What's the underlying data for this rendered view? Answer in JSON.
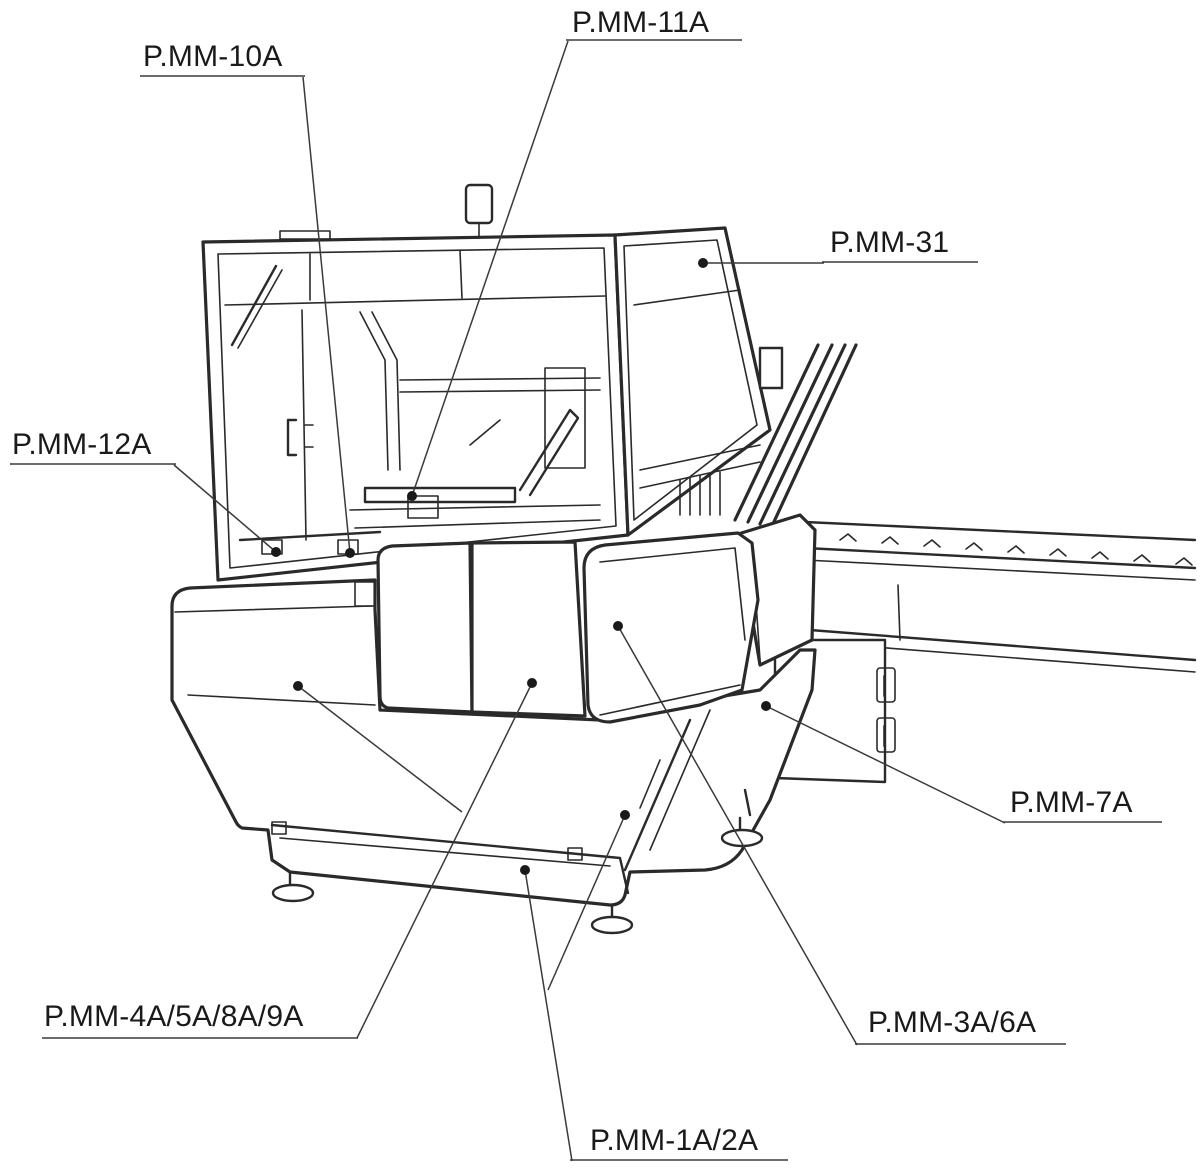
{
  "callouts": {
    "p_mm_11a": "P.MM-11A",
    "p_mm_10a": "P.MM-10A",
    "p_mm_31": "P.MM-31",
    "p_mm_12a": "P.MM-12A",
    "p_mm_7a": "P.MM-7A",
    "p_mm_4a_5a_8a_9a": "P.MM-4A/5A/8A/9A",
    "p_mm_3a_6a": "P.MM-3A/6A",
    "p_mm_1a_2a": "P.MM-1A/2A"
  },
  "colors": {
    "line": "#2a2a2a",
    "background": "#ffffff"
  }
}
